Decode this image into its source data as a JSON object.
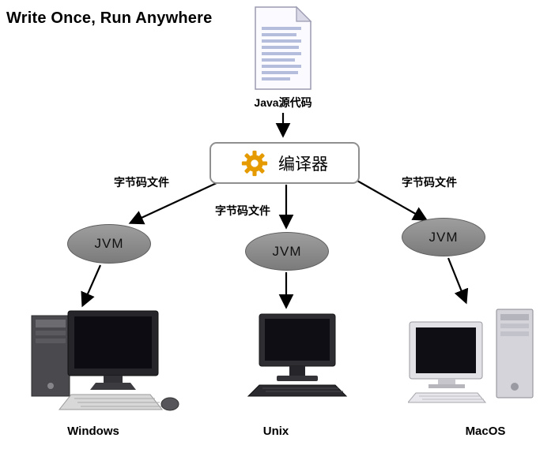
{
  "title": "Write Once, Run Anywhere",
  "source_doc": {
    "label": "Java源代码"
  },
  "compiler": {
    "label": "编译器",
    "gear_color": "#E59B00"
  },
  "bytecode_labels": {
    "left": "字节码文件",
    "center": "字节码文件",
    "right": "字节码文件"
  },
  "jvm_nodes": {
    "left": "JVM",
    "center": "JVM",
    "right": "JVM"
  },
  "platforms": {
    "left": "Windows",
    "center": "Unix",
    "right": "MacOS"
  },
  "colors": {
    "background": "#ffffff",
    "jvm_fill": "#8c8c8c",
    "jvm_border": "#5f5f5f",
    "arrow": "#000000",
    "doc_fill": "#fbfbff",
    "doc_lines": "#b4bedc"
  }
}
